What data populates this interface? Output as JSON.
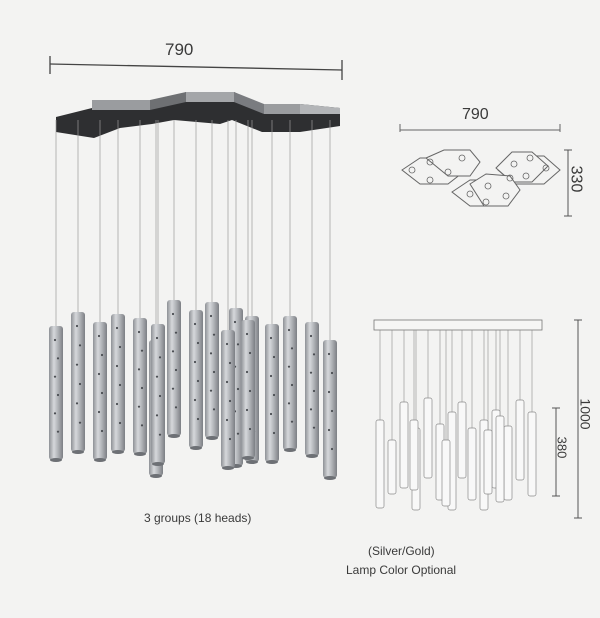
{
  "dimensions": {
    "top_width": "790",
    "side_width": "790",
    "side_depth": "330",
    "total_height": "1000",
    "tube_length": "380"
  },
  "captions": {
    "groups": "3 groups (18 heads)",
    "color_options": "(Silver/Gold)",
    "color_note": "Lamp Color Optional"
  },
  "colors": {
    "canopy_top": "#2e2f31",
    "canopy_side": "#9a9c9f",
    "tube": "#b9bcc0",
    "line": "#444444"
  }
}
